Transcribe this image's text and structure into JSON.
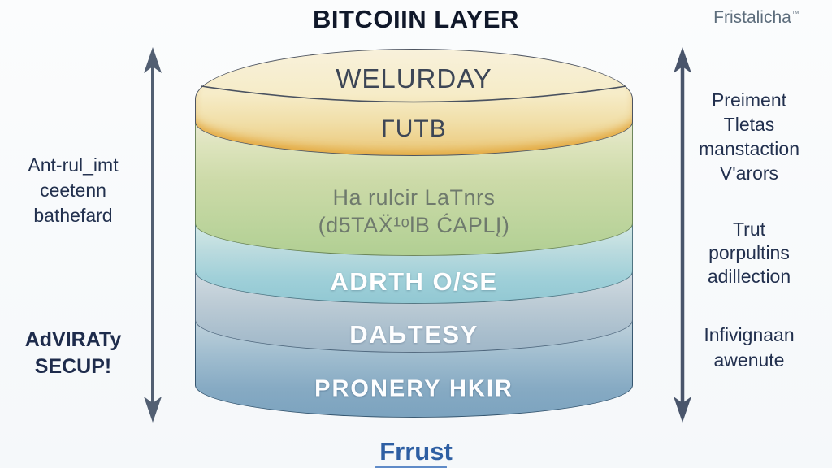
{
  "title": "BITCOIIN LAYER",
  "brand": {
    "text": "Fristalicha",
    "mark": "™"
  },
  "stack": {
    "layers": [
      {
        "id": "welurday",
        "label": "WELURDAY",
        "color": "#f6ecc8"
      },
      {
        "id": "utb",
        "label": "ΓUTB",
        "color": "#eac878"
      },
      {
        "id": "green",
        "lines": [
          "Ha rulcir LaTnrs",
          "(d5TAẌ¹ᵒlB ĆAPLĮ)"
        ],
        "color": "#bcd49c"
      },
      {
        "id": "adrth",
        "label": "ADRTH O/SE",
        "color": "#9ecfd8"
      },
      {
        "id": "dabtesy",
        "label": "DAЬTESY",
        "color": "#a8bdcc"
      },
      {
        "id": "pronery",
        "label": "PRONERY HKIR",
        "color": "#85a9c2"
      }
    ]
  },
  "annotations": {
    "left_top": {
      "lines": [
        "Ant-rul_imt",
        "ceetenn",
        "bathefard"
      ]
    },
    "left_bottom": {
      "lines": [
        "AdVIRATy",
        "SECUP!"
      ]
    },
    "right_top": {
      "lines": [
        "Preiment",
        "Tletas",
        "manstaction",
        "V'arors"
      ]
    },
    "right_middle": {
      "lines": [
        "Trut",
        "porpultins",
        "adillection"
      ]
    },
    "right_bottom": {
      "lines": [
        "Infivignaan",
        "awenute"
      ]
    }
  },
  "footer": {
    "label": "Frrust"
  },
  "colors": {
    "arrow": "#525f72",
    "footer_blue": "#2e5fa3",
    "title_ink": "#10182a",
    "layer_outline": "#3e4654"
  }
}
